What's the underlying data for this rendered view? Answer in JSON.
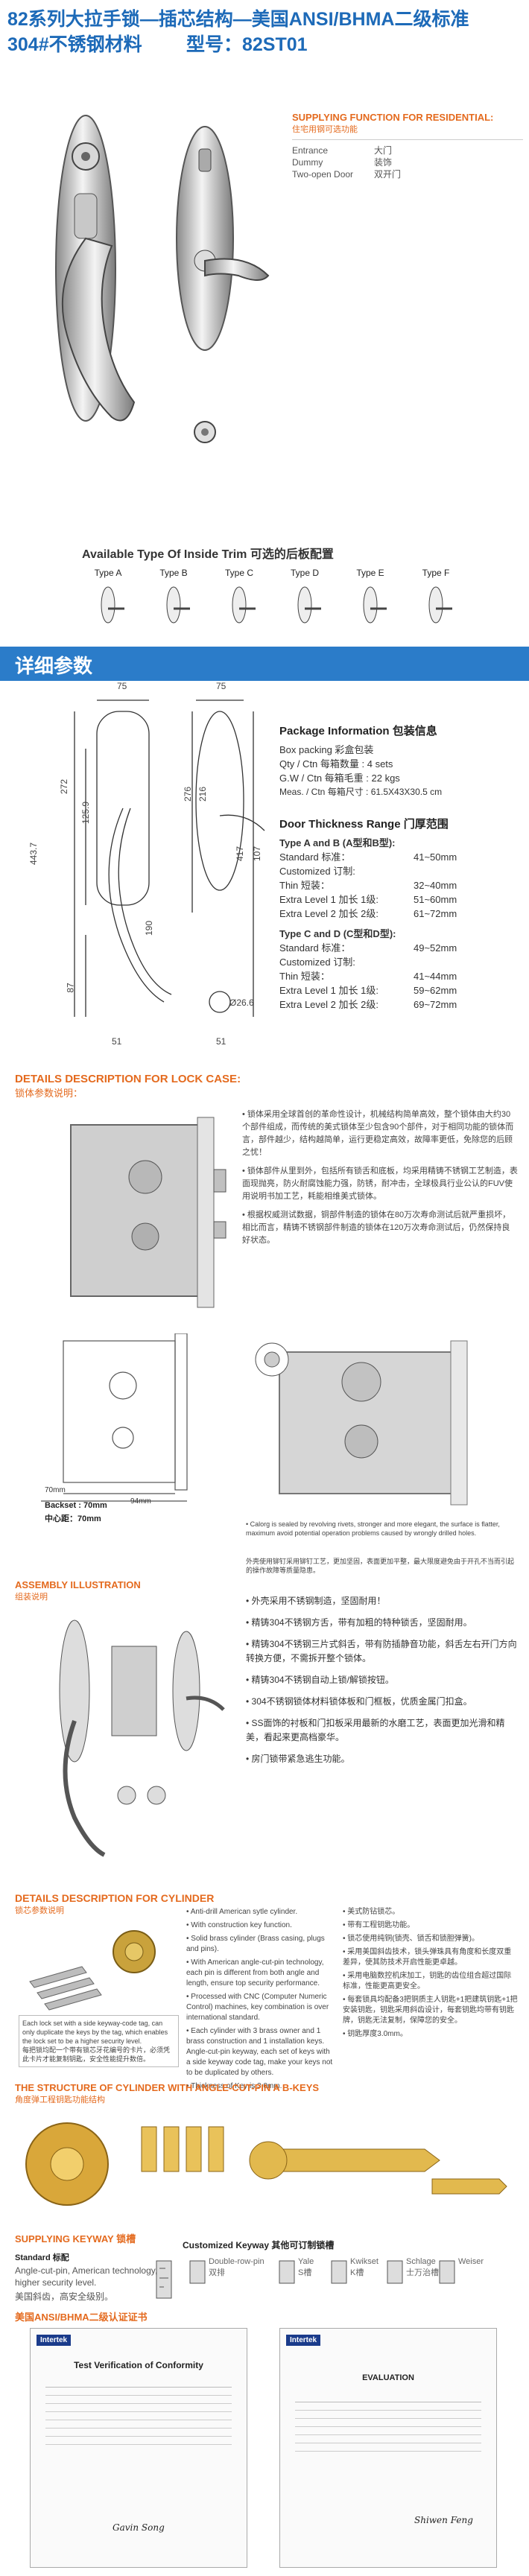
{
  "header": {
    "line1": "82系列大拉手锁—插芯结构—美国ANSI/BHMA二级标准",
    "line2_left": "304#不锈钢材料",
    "line2_right": "型号：82ST01"
  },
  "supplying_function": {
    "title": "SUPPLYING FUNCTION FOR RESIDENTIAL:",
    "subtitle": "住宅用钢可选功能",
    "items": [
      {
        "en": "Entrance",
        "cn": "大门"
      },
      {
        "en": "Dummy",
        "cn": "装饰"
      },
      {
        "en": "Two-open Door",
        "cn": "双开门"
      }
    ]
  },
  "trim_types": {
    "title": "Available Type Of Inside Trim  可选的后板配置",
    "labels": [
      "Type A",
      "Type B",
      "Type C",
      "Type D",
      "Type E",
      "Type F"
    ]
  },
  "details_band": "详细参数",
  "dimensions": {
    "top_widths": [
      "75",
      "75"
    ],
    "left": [
      "443.7",
      "272",
      "125.9",
      "87"
    ],
    "right": [
      "417",
      "276",
      "216",
      "107",
      "190"
    ],
    "knob": "Ø26.6",
    "bottom": [
      "51",
      "51"
    ]
  },
  "package": {
    "title": "Package  Information 包装信息",
    "rows": [
      "Box packing 彩盒包装",
      "Qty / Ctn 每箱数量 : 4 sets",
      "G.W / Ctn 每箱毛重 : 22 kgs",
      "Meas. / Ctn 每箱尺寸 : 61.5X43X30.5 cm"
    ]
  },
  "door_thickness": {
    "title": "Door Thickness Range 门厚范围",
    "groups": [
      {
        "heading": "Type A and B (A型和B型):",
        "rows": [
          {
            "label": "Standard 标准：",
            "value": "41~50mm"
          },
          {
            "label": "Customized 订制:",
            "value": ""
          },
          {
            "label": "Thin 短装：",
            "value": "32~40mm"
          },
          {
            "label": "Extra Level 1 加长 1级:",
            "value": "51~60mm"
          },
          {
            "label": "Extra Level 2 加长 2级:",
            "value": "61~72mm"
          }
        ]
      },
      {
        "heading": "Type C and D (C型和D型):",
        "rows": [
          {
            "label": "Standard 标准：",
            "value": "49~52mm"
          },
          {
            "label": "Customized 订制:",
            "value": ""
          },
          {
            "label": "Thin 短装：",
            "value": "41~44mm"
          },
          {
            "label": "Extra Level 1 加长 1级:",
            "value": "59~62mm"
          },
          {
            "label": "Extra Level 2 加长 2级:",
            "value": "69~72mm"
          }
        ]
      }
    ]
  },
  "lock_case": {
    "title": "DETAILS DESCRIPTION FOR LOCK CASE:",
    "subtitle": "锁体参数说明：",
    "cn_bullets": [
      "锁体采用全球首创的革命性设计，机械结构简单高效，整个锁体由大约30个部件组成，而传统的美式锁体至少包含90个部件，对于相同功能的锁体而言，部件越少，结构越简单，运行更稳定高效，故障率更低，免除您的后顾之忧！",
      "锁体部件从里到外，包括所有锁舌和底板，均采用精铸不锈钢工艺制造，表面现抛亮，防火耐腐蚀能力强，防锈，耐冲击，全球极具行业公认的FUV使用说明书加工艺，耗能相维美式锁体。",
      "根据权威测试数据，铜部件制造的锁体在80万次寿命测试后就严重损坏，相比而言，精铸不锈钢部件制造的锁体在120万次寿命测试后，仍然保持良好状态。"
    ],
    "backset_a": "Backset : 70mm",
    "backset_b": "中心距：70mm",
    "dims": [
      "70mm",
      "94mm"
    ],
    "en_bullet": "Calorg is sealed by revolving rivets, stronger and more elegant, the surface is flatter, maximum avoid potential operation problems caused by wrongly drilled holes.",
    "cn_note": "外壳使用铆钉采用铆钉工艺，更加坚固，表面更加平整，最大限度避免由于开孔不当而引起的操作故障等质量隐患。",
    "more_bullets": [
      "外壳采用不锈钢制造，坚固耐用！",
      "精铸304不锈钢方舌，带有加粗的特种锁舌，坚固耐用。",
      "精铸304不锈钢三片式斜舌，带有防插静音功能，斜舌左右开门方向转换方便，不需拆开整个锁体。",
      "精铸304不锈钢自动上锁/解锁按钮。",
      "304不锈钢锁体材料锁体板和门框板，优质金属门扣盒。",
      "SS面饰的衬板和门扣板采用最新的水磨工艺，表面更加光滑和精美，看起来更高档豪华。",
      "房门锁带紧急逃生功能。"
    ]
  },
  "assembly": {
    "title": "ASSEMBLY ILLUSTRATION",
    "subtitle": "组装说明"
  },
  "cylinder": {
    "title": "DETAILS DESCRIPTION FOR CYLINDER",
    "subtitle": "锁芯参数说明",
    "en_bullets": [
      "Anti-drill American sytle cylinder.",
      "With construction key function.",
      "Solid brass cylinder (Brass casing, plugs and pins).",
      "With American angle-cut-pin technology, each pin is different from both angle and length, ensure top security performance.",
      "Processed with CNC (Computer Numeric Control) machines, key combination is over international standard.",
      "Each cylinder with 3 brass owner and 1 brass construction and 1 installation keys. Angle-cut-pin keyway, each set of keys with a side keyway code tag, make your keys not to be duplicated by others.",
      "Thickness of Key is 3.0mm."
    ],
    "cn_bullets": [
      "美式防钻锁芯。",
      "带有工程钥匙功能。",
      "锁芯使用纯铜(锁壳、锁舌和锁胆弹簧)。",
      "采用美国斜齿技术，锁头弹珠具有角度和长度双重差异，使其防技术开启性能更卓越。",
      "采用电脑数控机床加工，钥匙的齿位组合超过国际标准，性能更高更安全。",
      "每套锁具均配备3把铜质主人钥匙+1把建筑钥匙+1把安装钥匙，钥匙采用斜齿设计，每套钥匙均带有钥匙牌，钥匙无法复制，保障您的安全。",
      "钥匙厚度3.0mm。"
    ],
    "tag_en": "Each lock set with a side keyway-code tag, can only duplicate the keys by the tag, which enables the lock set to be a higher security level.",
    "tag_cn": "每把锁均配一个带有锁芯牙花编号的卡片，必须凭此卡片才能复制钥匙，安全性能提升数倍。"
  },
  "angle_cut": {
    "title": "THE STRUCTURE OF CYLINDER WITH ANGLE-CUT-PIN A B-KEYS",
    "subtitle": "角度弹工程钥匙功能结构"
  },
  "keyway": {
    "title": "SUPPLYING KEYWAY 锁槽",
    "standard_label": "Standard 标配",
    "standard_text": "Angle-cut-pin, American technology, higher security level.",
    "standard_cn": "美国斜齿，高安全级别。",
    "custom_label": "Customized Keyway 其他可订制锁槽",
    "options": [
      {
        "name": "Double-row-pin",
        "cn": "双排"
      },
      {
        "name": "Yale",
        "cn": "S槽"
      },
      {
        "name": "Kwikset",
        "cn": "K槽"
      },
      {
        "name": "Schlage",
        "cn": "士万治槽"
      },
      {
        "name": "Weiser",
        "cn": ""
      }
    ]
  },
  "certificate": {
    "title": "美国ANSI/BHMA二级认证证书",
    "left_brand": "Intertek",
    "left_title": "Test Verification of Conformity",
    "right_brand": "Intertek",
    "right_title": "EVALUATION",
    "left_sign": "Gavin Song",
    "right_sign": "Shiwen Feng"
  },
  "colors": {
    "title_blue": "#1d6ab8",
    "band_blue": "#2b7cc9",
    "accent_orange": "#e46a1e"
  }
}
